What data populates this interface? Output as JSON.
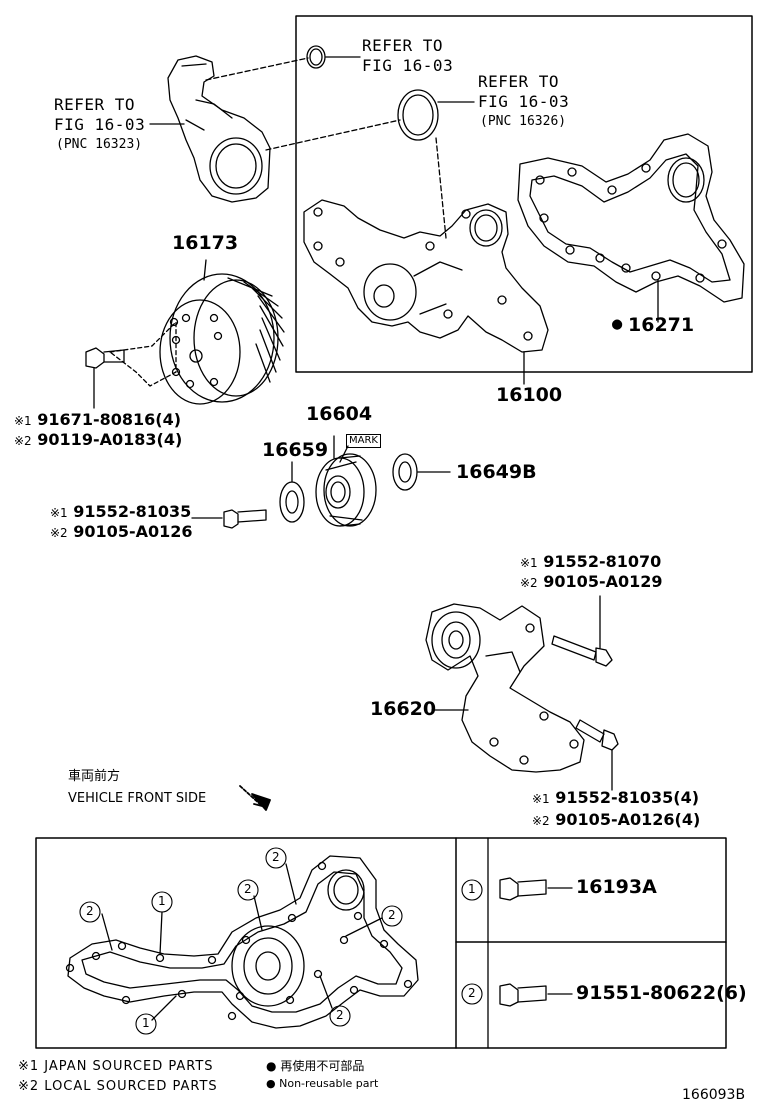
{
  "refer_a": {
    "line1": "REFER TO",
    "line2": "FIG 16-03"
  },
  "refer_b": {
    "line1": "REFER TO",
    "line2": "FIG 16-03",
    "pnc": "(PNC 16326)"
  },
  "refer_c": {
    "line1": "REFER TO",
    "line2": "FIG 16-03",
    "pnc": "(PNC 16323)"
  },
  "parts": {
    "p16173": "16173",
    "p16271": "16271",
    "p16100": "16100",
    "p16604": "16604",
    "p16659": "16659",
    "p16649b": "16649B",
    "p16620": "16620",
    "p16193a": "16193A",
    "p91551": "91551-80622(6)"
  },
  "mark_label": "MARK",
  "bolts": {
    "pulley": {
      "m1": "※1",
      "n1": "91671-80816(4)",
      "m2": "※2",
      "n2": "90119-A0183(4)"
    },
    "idler": {
      "m1": "※1",
      "n1": "91552-81035",
      "m2": "※2",
      "n2": "90105-A0126"
    },
    "tens_top": {
      "m1": "※1",
      "n1": "91552-81070",
      "m2": "※2",
      "n2": "90105-A0129"
    },
    "tens_bot": {
      "m1": "※1",
      "n1": "91552-81035(4)",
      "m2": "※2",
      "n2": "90105-A0126(4)"
    }
  },
  "vehicle_front": {
    "jp": "車両前方",
    "en": "VEHICLE FRONT SIDE"
  },
  "callouts": {
    "one": "1",
    "two": "2"
  },
  "footnotes": {
    "n1": "※1 JAPAN SOURCED PARTS",
    "n2": "※2 LOCAL SOURCED PARTS",
    "nr_jp": "再使用不可部品",
    "nr_en": "Non-reusable part",
    "bullet": "●"
  },
  "figure_id": "166093B"
}
